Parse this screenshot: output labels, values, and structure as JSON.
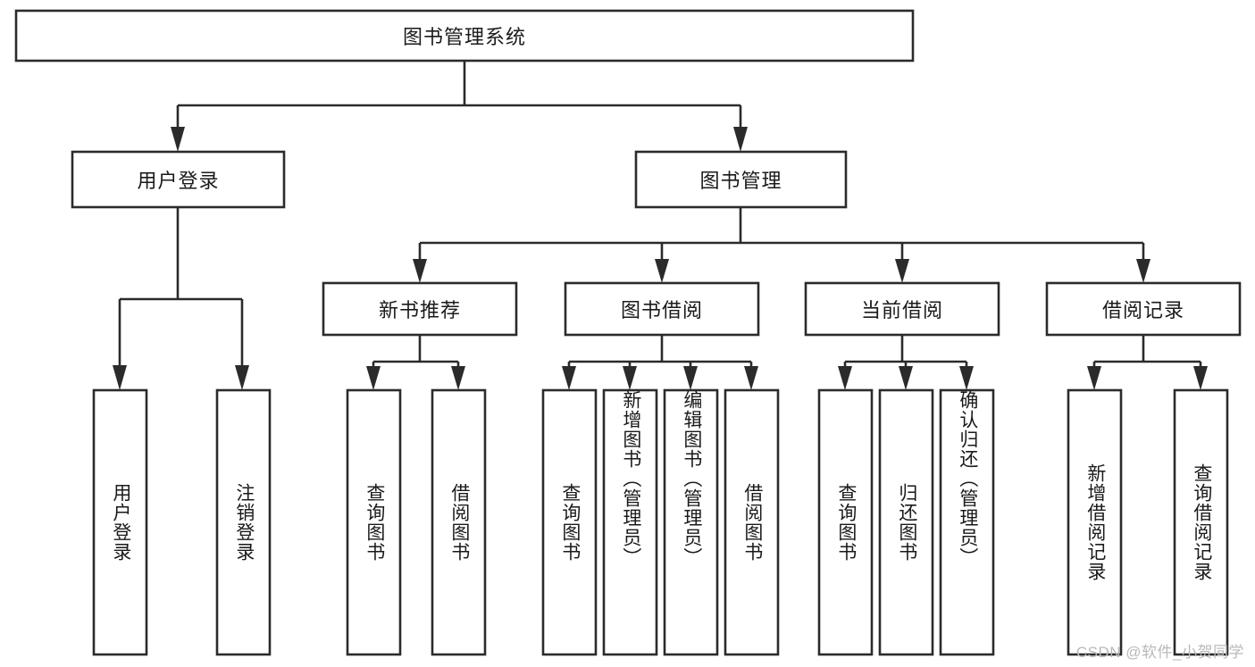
{
  "diagram": {
    "type": "tree-hierarchy-chart",
    "orientation": "top-down",
    "root": {
      "label": "图书管理系统"
    },
    "level2": [
      {
        "label": "用户登录"
      },
      {
        "label": "图书管理"
      }
    ],
    "level3": [
      {
        "label": "新书推荐"
      },
      {
        "label": "图书借阅"
      },
      {
        "label": "当前借阅"
      },
      {
        "label": "借阅记录"
      }
    ],
    "leaves": {
      "user_login": [
        {
          "label": "用户登录"
        },
        {
          "label": "注销登录"
        }
      ],
      "new_book_recommend": [
        {
          "label": "查询图书"
        },
        {
          "label": "借阅图书"
        }
      ],
      "book_borrow": [
        {
          "label": "查询图书"
        },
        {
          "label": "新增图书（管理员）"
        },
        {
          "label": "编辑图书（管理员）"
        },
        {
          "label": "借阅图书"
        }
      ],
      "current_borrow": [
        {
          "label": "查询图书"
        },
        {
          "label": "归还图书"
        },
        {
          "label": "确认归还（管理员）"
        }
      ],
      "borrow_record": [
        {
          "label": "新增借阅记录"
        },
        {
          "label": "查询借阅记录"
        }
      ]
    }
  },
  "watermark": {
    "text": "CSDN @软件_小贺同学"
  },
  "colors": {
    "box_stroke": "#2b2b2b",
    "box_fill": "#ffffff",
    "text": "#1a1a1a",
    "connector": "#2b2b2b",
    "watermark": "#b9b9b9",
    "background": "#ffffff"
  }
}
